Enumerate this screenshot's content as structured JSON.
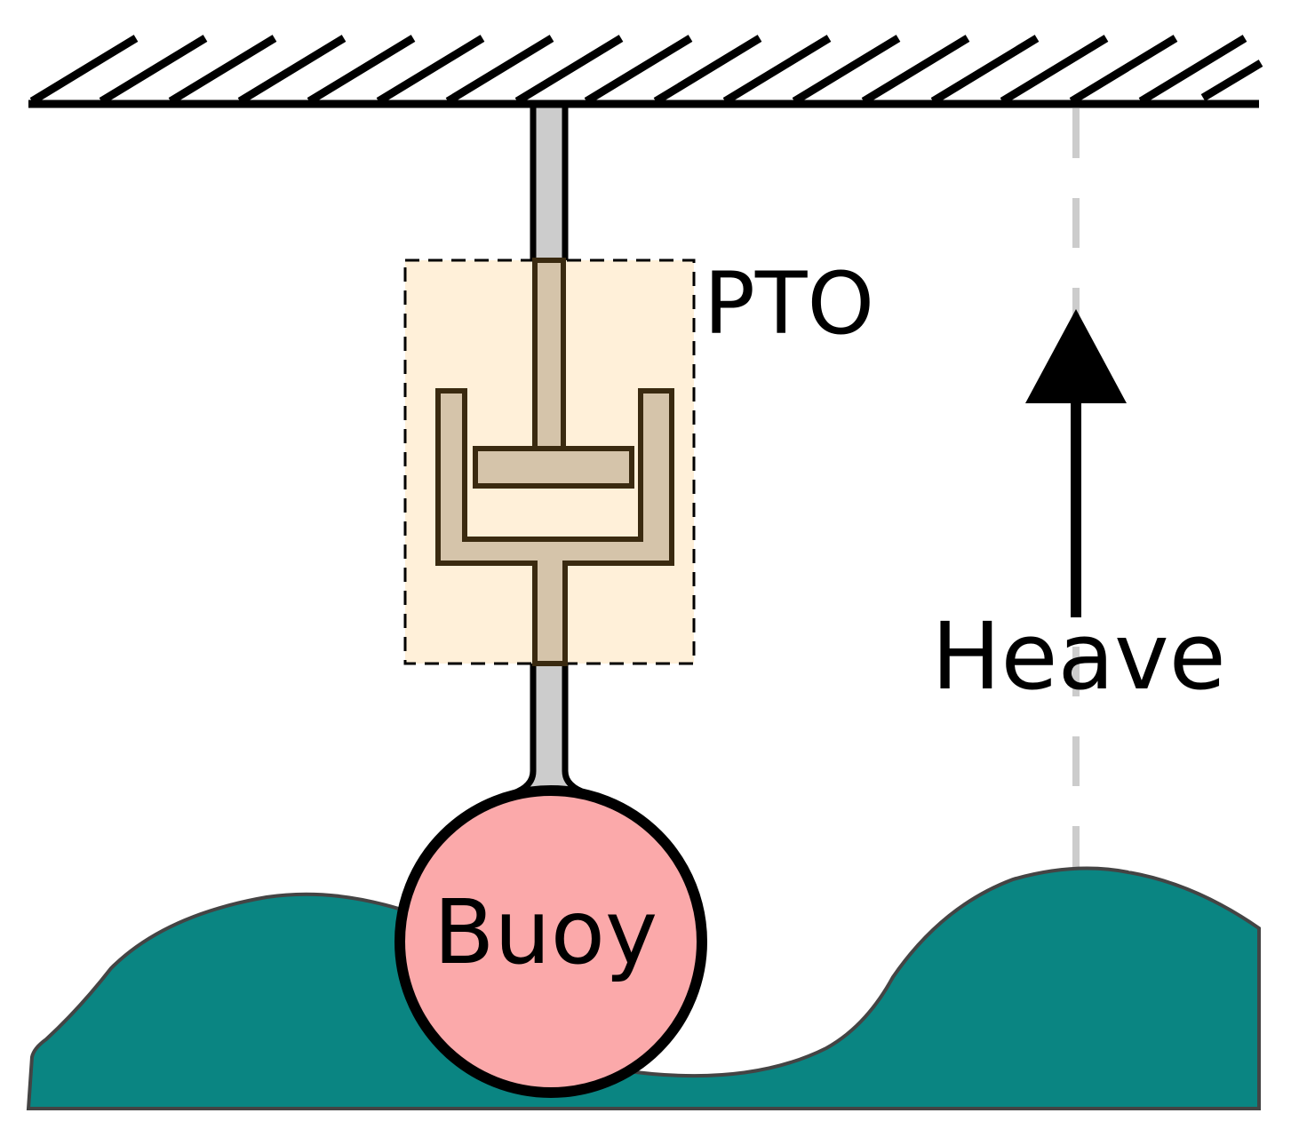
{
  "labels": {
    "pto": "PTO",
    "heave": "Heave",
    "buoy": "Buoy"
  },
  "colors": {
    "water": "#0a8582",
    "water_outline": "#444444",
    "buoy_fill": "#fba9aa",
    "pto_box_fill": "#fff0d9",
    "damper_fill": "#d5c4aa",
    "damper_outline": "#3a2a10",
    "rod_fill": "#cccccc",
    "reference_line": "#cccccc",
    "ink": "#000000"
  }
}
